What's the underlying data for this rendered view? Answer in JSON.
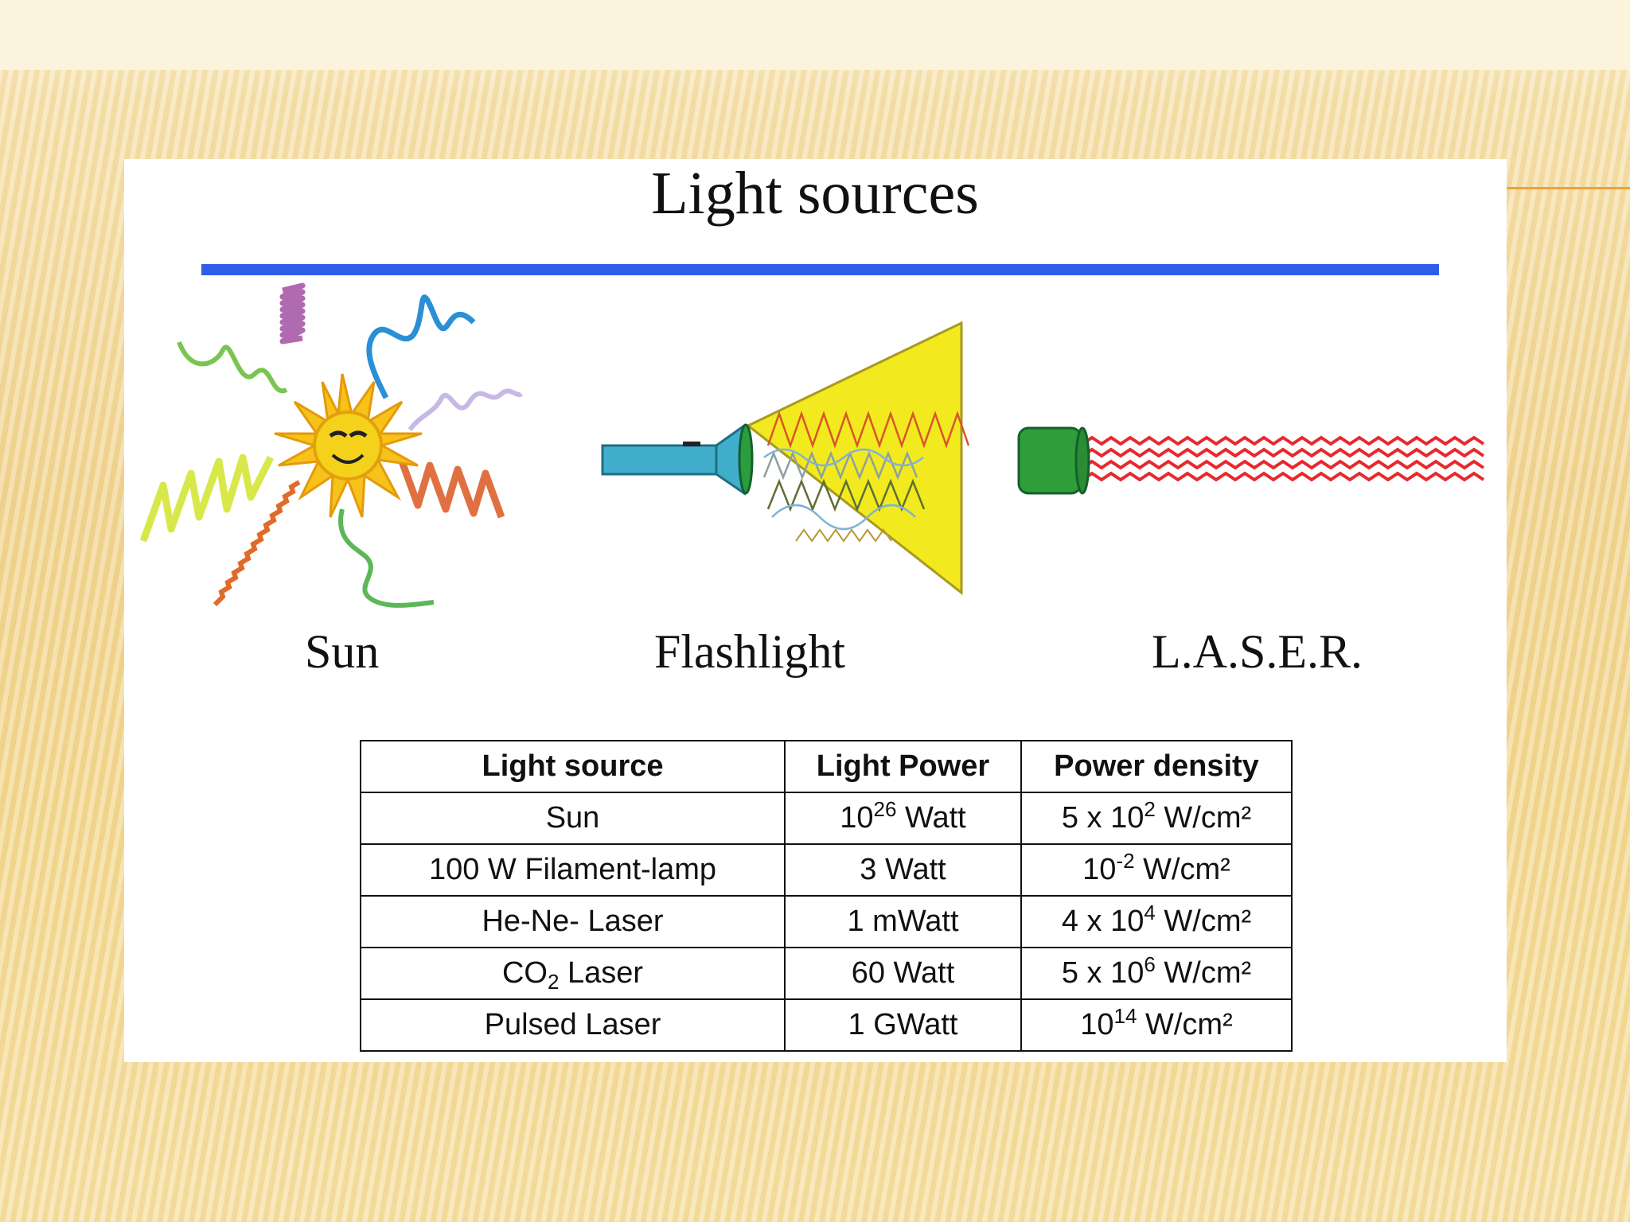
{
  "slide": {
    "title": "Light sources",
    "captions": {
      "sun": "Sun",
      "flashlight": "Flashlight",
      "laser": "L.A.S.E.R."
    }
  },
  "table": {
    "headers": [
      "Light source",
      "Light Power",
      "Power density"
    ],
    "rows": [
      {
        "source": "Sun",
        "power_base": "10",
        "power_exp": "26",
        "power_unit": " Watt",
        "density_pre": "5 x 10",
        "density_exp": "2",
        "density_unit": " W/cm²",
        "density_red": false
      },
      {
        "source": "100 W Filament-lamp",
        "power": "3 Watt",
        "density_pre": "10",
        "density_exp": "-2",
        "density_unit": " W/cm²",
        "density_red": false
      },
      {
        "source": "He-Ne- Laser",
        "power": "1 mWatt",
        "density_pre": "4 x 10",
        "density_exp": "4",
        "density_unit": " W/cm²",
        "density_red": true
      },
      {
        "source_main": "CO",
        "source_sub": "2",
        "source_rest": " Laser",
        "power": "60 Watt",
        "density_pre": "5 x 10",
        "density_exp": "6",
        "density_unit": " W/cm²",
        "density_red": true
      },
      {
        "source": "Pulsed Laser",
        "power": "1 GWatt",
        "density_pre": "10",
        "density_exp": "14",
        "density_unit": " W/cm²",
        "density_red": true
      }
    ]
  },
  "colors": {
    "title_bar": "#2d5ee8",
    "accent_line": "#f0a23a",
    "red_value": "#b3192b"
  }
}
